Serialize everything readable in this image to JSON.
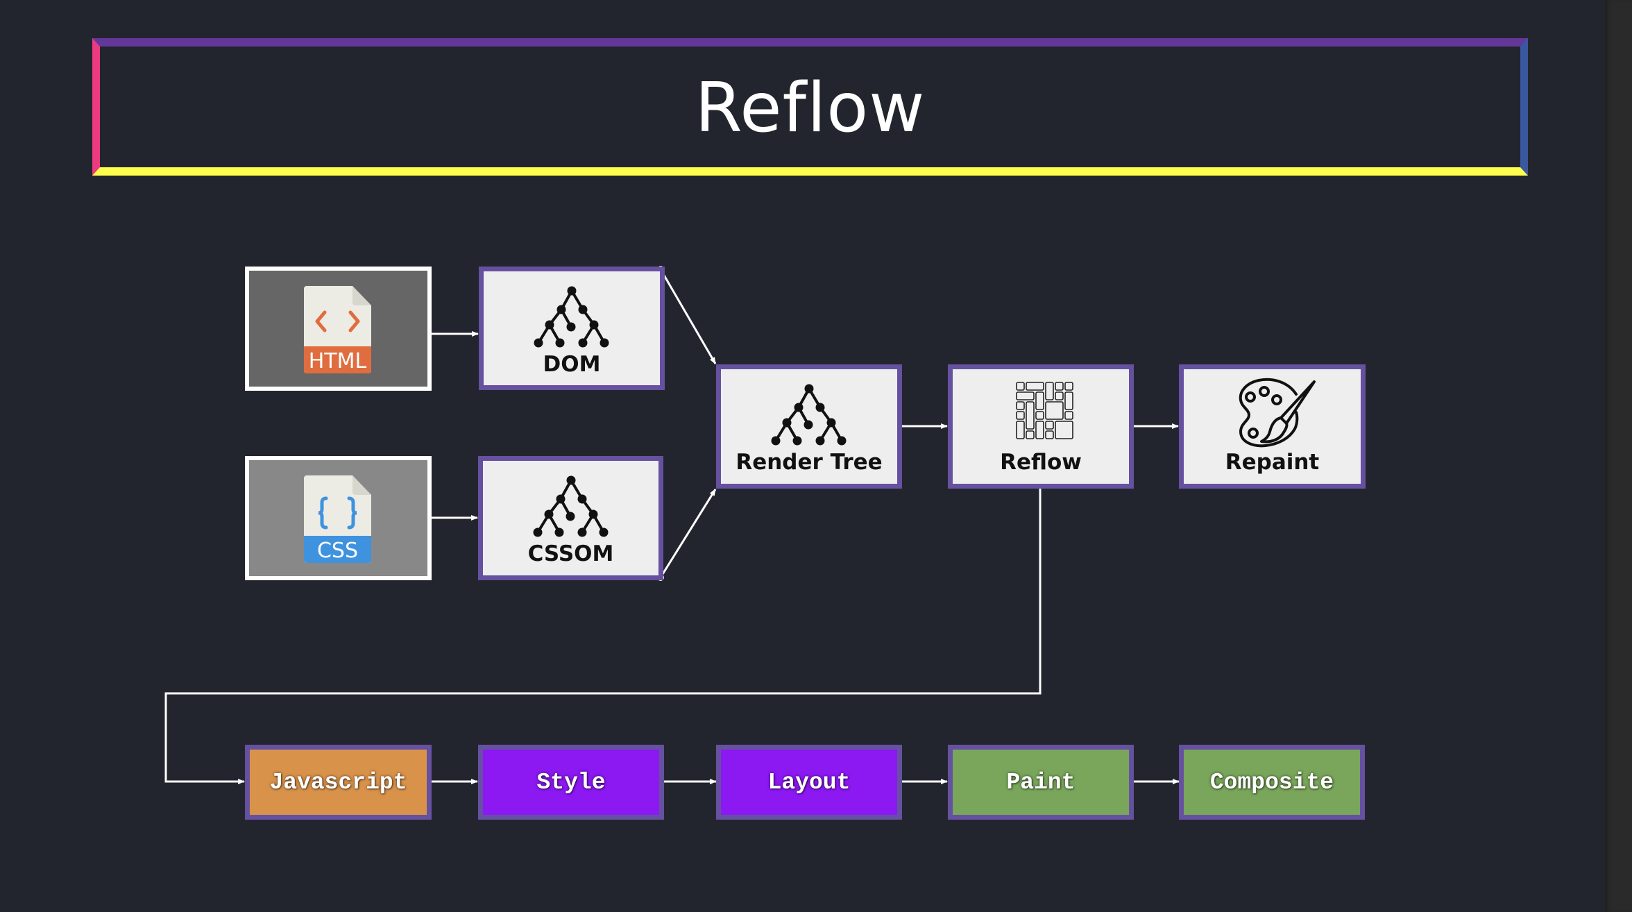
{
  "title": "Reflow",
  "colors": {
    "background": "#23252e",
    "title_border_top": "#64379a",
    "title_border_right": "#3a58a0",
    "title_border_bottom": "#fffe4c",
    "title_border_left": "#ec3a80",
    "node_border": "#6551a0",
    "node_fill": "#eeeeee",
    "html_icon_accent": "#e06d3f",
    "css_icon_accent": "#3f93de"
  },
  "sources": [
    {
      "id": "html",
      "label": "HTML",
      "icon": "html-file-icon",
      "glyph": "< >",
      "background": "#666666"
    },
    {
      "id": "css",
      "label": "CSS",
      "icon": "css-file-icon",
      "glyph": "{ }",
      "background": "#888888"
    }
  ],
  "pipeline": [
    {
      "id": "dom",
      "label": "DOM",
      "icon": "tree-icon"
    },
    {
      "id": "cssom",
      "label": "CSSOM",
      "icon": "tree-icon"
    },
    {
      "id": "render-tree",
      "label": "Render Tree",
      "icon": "tree-icon"
    },
    {
      "id": "reflow",
      "label": "Reflow",
      "icon": "layout-grid-icon"
    },
    {
      "id": "repaint",
      "label": "Repaint",
      "icon": "paint-palette-icon"
    }
  ],
  "stages": [
    {
      "id": "javascript",
      "label": "Javascript",
      "color": "#d9924a"
    },
    {
      "id": "style",
      "label": "Style",
      "color": "#8c18f2"
    },
    {
      "id": "layout",
      "label": "Layout",
      "color": "#8c18f2"
    },
    {
      "id": "paint",
      "label": "Paint",
      "color": "#79a65a"
    },
    {
      "id": "composite",
      "label": "Composite",
      "color": "#79a65a"
    }
  ],
  "connections": [
    {
      "from": "html",
      "to": "dom"
    },
    {
      "from": "css",
      "to": "cssom"
    },
    {
      "from": "dom",
      "to": "render-tree"
    },
    {
      "from": "cssom",
      "to": "render-tree"
    },
    {
      "from": "render-tree",
      "to": "reflow"
    },
    {
      "from": "reflow",
      "to": "repaint"
    },
    {
      "from": "reflow",
      "to": "javascript"
    },
    {
      "from": "javascript",
      "to": "style"
    },
    {
      "from": "style",
      "to": "layout"
    },
    {
      "from": "layout",
      "to": "paint"
    },
    {
      "from": "paint",
      "to": "composite"
    }
  ]
}
